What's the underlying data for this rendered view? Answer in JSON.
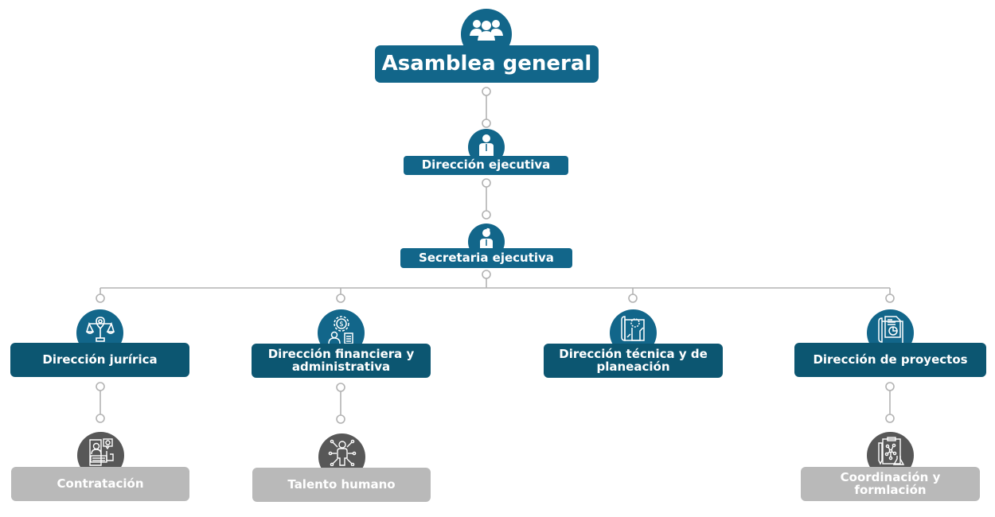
{
  "diagram": {
    "title": "Organigrama",
    "colors": {
      "primary": "#12668a",
      "director": "#0c5671",
      "sub_box": "#b9b9b9",
      "sub_circle": "#575757",
      "connector": "#b3b3b3",
      "text": "#ffffff"
    },
    "root": {
      "label": "Asamblea general",
      "icon": "group-people-icon"
    },
    "level2": {
      "label": "Dirección ejecutiva",
      "icon": "executive-person-icon"
    },
    "level3": {
      "label": "Secretaria ejecutiva",
      "icon": "secretary-woman-icon"
    },
    "directions": [
      {
        "label": "Dirección jurírica",
        "icon": "legal-scales-icon"
      },
      {
        "label": "Dirección financiera y administrativa",
        "icon": "finance-gear-dollar-icon"
      },
      {
        "label": "Dirección técnica y de planeación",
        "icon": "technical-planning-icon"
      },
      {
        "label": "Dirección de proyectos",
        "icon": "project-document-chart-icon"
      }
    ],
    "subunits": [
      {
        "label": "Contratación",
        "parent": "Dirección jurírica",
        "icon": "contract-signing-icon"
      },
      {
        "label": "Talento humano",
        "parent": "Dirección financiera y administrativa",
        "icon": "human-talent-network-icon"
      },
      {
        "label": "Coordinación y formlación",
        "parent": "Dirección de proyectos",
        "icon": "clipboard-molecule-flask-icon"
      }
    ]
  }
}
